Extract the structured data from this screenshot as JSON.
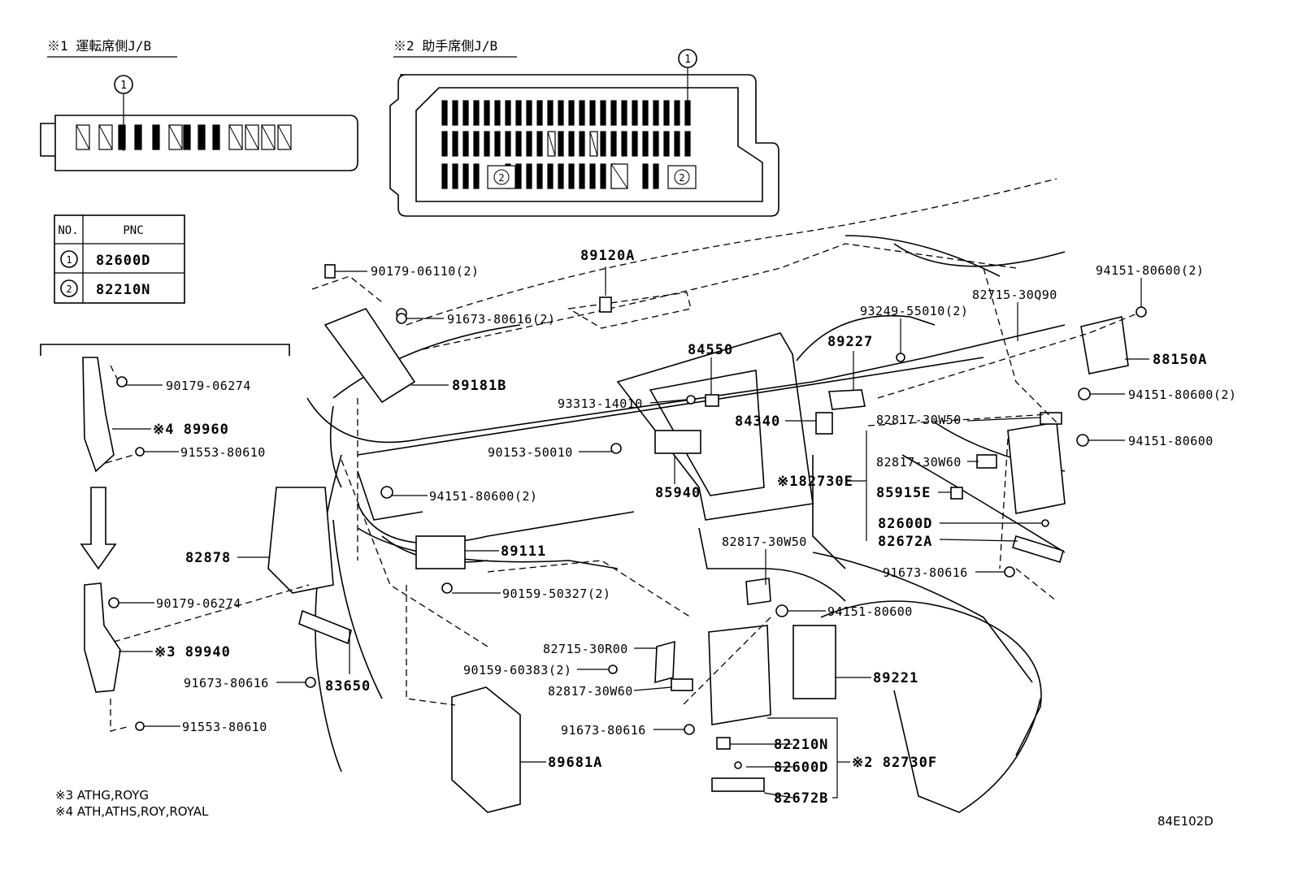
{
  "section_titles": {
    "driver_jb": "※1 運転席側J/B",
    "passenger_jb": "※2 助手席側J/B"
  },
  "callout_marker": {
    "one": "1",
    "two": "2"
  },
  "pnc_table": {
    "headers": [
      "NO.",
      "PNC"
    ],
    "rows": [
      {
        "no": "1",
        "pnc": "82600D"
      },
      {
        "no": "2",
        "pnc": "82210N"
      }
    ]
  },
  "part_labels": {
    "p90179_06110": "90179-06110(2)",
    "p91673_80616_2": "91673-80616(2)",
    "p89120A": "89120A",
    "p94151_80600_2_top": "94151-80600(2)",
    "p82715_30Q90": "82715-30Q90",
    "p93249_55010": "93249-55010(2)",
    "p89227": "89227",
    "p84550": "84550",
    "p88150A": "88150A",
    "p89181B": "89181B",
    "p93313_14010": "93313-14010",
    "p94151_80600_2_right": "94151-80600(2)",
    "p84340": "84340",
    "p82817_30W50_a": "82817-30W50",
    "p94151_80600_r": "94151-80600",
    "p90153_50010": "90153-50010",
    "p82817_30W60_a": "82817-30W60",
    "p182730E": "※182730E",
    "p85915E": "85915E",
    "p85940": "85940",
    "p94151_80600_2_mid": "94151-80600(2)",
    "p82600D_a": "82600D",
    "p82672A": "82672A",
    "p82817_30W50_b": "82817-30W50",
    "p89111": "89111",
    "p91673_80616_b": "91673-80616",
    "p90159_50327": "90159-50327(2)",
    "p94151_80600_c": "94151-80600",
    "p82878": "82878",
    "p82715_30R00": "82715-30R00",
    "p90159_60383": "90159-60383(2)",
    "p89221": "89221",
    "p82817_30W60_b": "82817-30W60",
    "p83650": "83650",
    "p91673_80616_c": "91673-80616",
    "p89681A": "89681A",
    "p82210N": "82210N",
    "p82730F": "※2 82730F",
    "p82600D_b": "82600D",
    "p82672B": "82672B",
    "p90179_06274_a": "90179-06274",
    "p89960": "※4 89960",
    "p91553_80610_a": "91553-80610",
    "p90179_06274_b": "90179-06274",
    "p89940": "※3 89940",
    "p91673_80616_d": "91673-80616",
    "p91553_80610_b": "91553-80610"
  },
  "notes": {
    "note3": "※3 ATHG,ROYG",
    "note4": "※4 ATH,ATHS,ROY,ROYAL"
  },
  "diagram_code": "84E102D"
}
